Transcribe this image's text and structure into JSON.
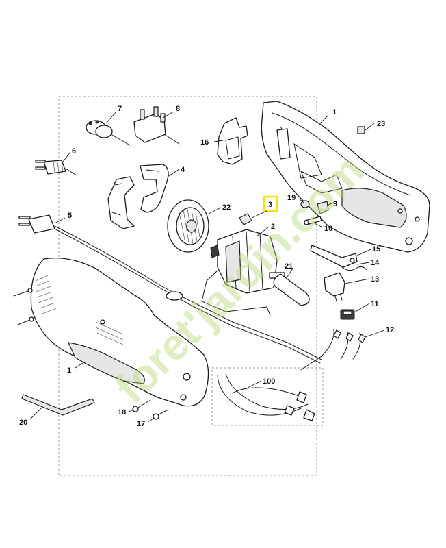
{
  "watermark": {
    "text": "foret'jardin.com",
    "color_main": "#b8d97a",
    "color_accent": "#f2a94a"
  },
  "highlight_color": "#f2e600",
  "callouts": {
    "p1_top": "1",
    "p1_bottom": "1",
    "p2": "2",
    "p3": "3",
    "p4": "4",
    "p5": "5",
    "p6": "6",
    "p7": "7",
    "p8": "8",
    "p9": "9",
    "p10": "10",
    "p11": "11",
    "p12": "12",
    "p13": "13",
    "p14": "14",
    "p15": "15",
    "p16": "16",
    "p17": "17",
    "p18": "18",
    "p19": "19",
    "p20": "20",
    "p21": "21",
    "p22": "22",
    "p23": "23",
    "p100": "100"
  }
}
